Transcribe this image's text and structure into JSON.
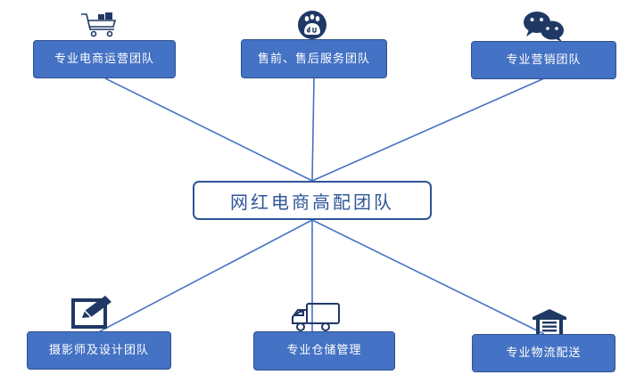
{
  "center": {
    "label": "网红电商高配团队"
  },
  "nodes": [
    {
      "id": "ecommerce-ops",
      "label": "专业电商运营团队",
      "icon": "shopping-cart-icon"
    },
    {
      "id": "pre-after-sales",
      "label": "售前、售后服务团队",
      "icon": "baidu-paw-icon"
    },
    {
      "id": "marketing",
      "label": "专业营销团队",
      "icon": "wechat-icon"
    },
    {
      "id": "photo-design",
      "label": "摄影师及设计团队",
      "icon": "pen-edit-icon"
    },
    {
      "id": "warehouse",
      "label": "专业仓储管理",
      "icon": "delivery-truck-icon"
    },
    {
      "id": "logistics",
      "label": "专业物流配送",
      "icon": "warehouse-icon"
    }
  ],
  "colors": {
    "node_fill": "#4472c4",
    "node_border": "#2f528f",
    "center_border": "#2f5597",
    "connector": "#4472c4",
    "icon": "#1f3864"
  }
}
